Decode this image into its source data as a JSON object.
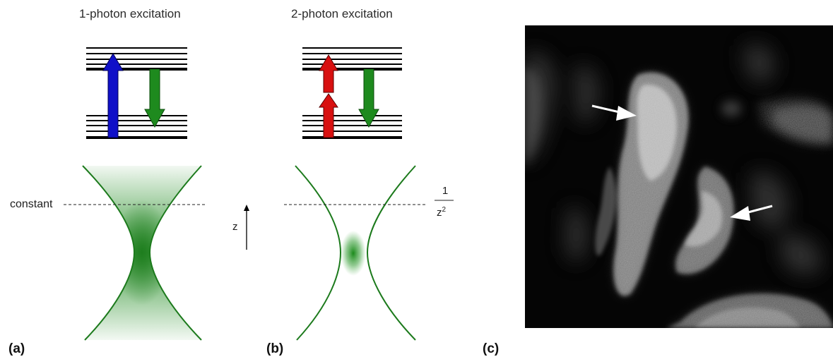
{
  "panel_a": {
    "title": "1-photon excitation",
    "level_label": "constant",
    "tag": "(a)"
  },
  "panel_b": {
    "title": "2-photon excitation",
    "axis_label": "z",
    "level_numerator": "1",
    "level_denominator": "z",
    "level_exponent": "2",
    "tag": "(b)"
  },
  "panel_c": {
    "tag": "(c)"
  },
  "colors": {
    "excitation_1p": "#1010c8",
    "excitation_2p": "#d81010",
    "emission": "#1e8a1e",
    "focus_curve": "#1c7a1c",
    "energy_level": "#000000"
  },
  "icons": [
    "blue-up-arrow-icon",
    "red-up-arrow-icon",
    "green-down-arrow-icon",
    "white-pointer-arrow-icon"
  ]
}
